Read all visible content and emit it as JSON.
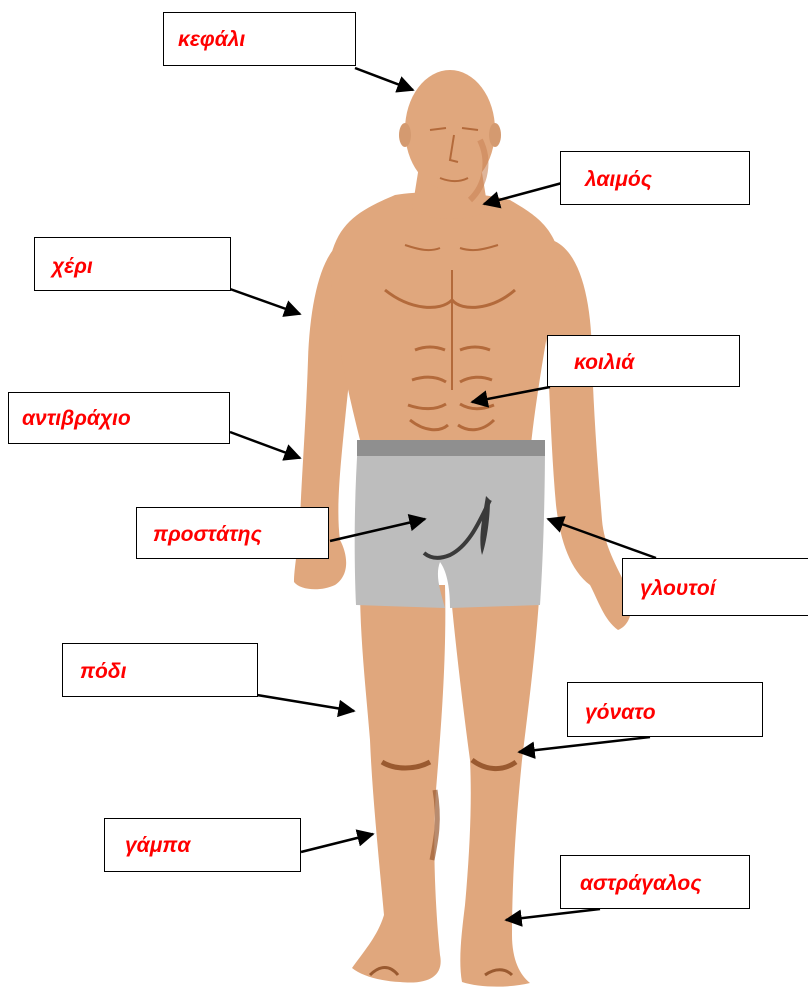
{
  "labels": {
    "kefali": "κεφάλι",
    "laimos": "λαιμός",
    "xeri": "χέρι",
    "koilia": "κοιλιά",
    "antivraxio": "αντιβράχιο",
    "prostatis": "προστάτης",
    "gloutoi": "γλουτοί",
    "podi": "πόδι",
    "gonato": "γόνατο",
    "gampa": "γάμπα",
    "astragalos": "αστράγαλος"
  },
  "colors": {
    "label_text": "#ff0000",
    "skin": "#e0a77d",
    "skin_shadow": "#b36a3b",
    "shorts": "#bdbdbd",
    "waistband": "#8f8f8f",
    "arrow": "#000000"
  }
}
